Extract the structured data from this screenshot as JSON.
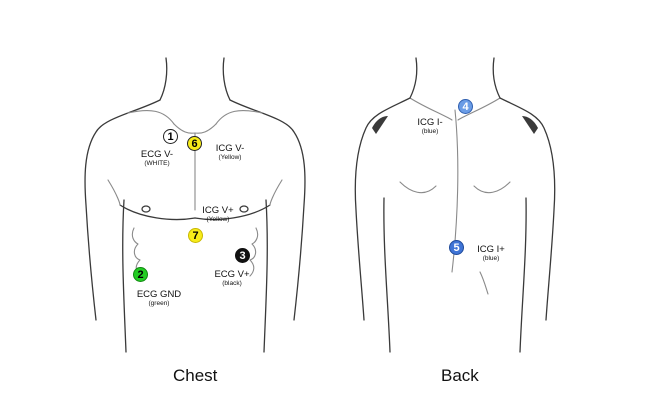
{
  "figure": {
    "views": [
      {
        "key": "chest",
        "label": "Chest"
      },
      {
        "key": "back",
        "label": "Back"
      }
    ],
    "electrodes": [
      {
        "number": "1",
        "name": "ECG V-",
        "color_label": "(WHITE)",
        "fill": "#ffffff",
        "ring": "#222222",
        "text": "#000000"
      },
      {
        "number": "2",
        "name": "ECG GND",
        "color_label": "(green)",
        "fill": "#22cc22",
        "ring": "#118811",
        "text": "#000000"
      },
      {
        "number": "3",
        "name": "ECG V+",
        "color_label": "(black)",
        "fill": "#111111",
        "ring": "#111111",
        "text": "#ffffff"
      },
      {
        "number": "4",
        "name": "ICG I-",
        "color_label": "(blue)",
        "fill": "#6a9ce6",
        "ring": "#2f5fb0",
        "text": "#ffffff"
      },
      {
        "number": "5",
        "name": "ICG I+",
        "color_label": "(blue)",
        "fill": "#3f74d6",
        "ring": "#1f4a9a",
        "text": "#ffffff"
      },
      {
        "number": "6",
        "name": "ICG V-",
        "color_label": "(Yellow)",
        "fill": "#f7ec1a",
        "ring": "#222222",
        "text": "#000000"
      },
      {
        "number": "7",
        "name": "ICG V+",
        "color_label": "(Yellow)",
        "fill": "#f7ec1a",
        "ring": "#c9b800",
        "text": "#000000"
      }
    ]
  }
}
